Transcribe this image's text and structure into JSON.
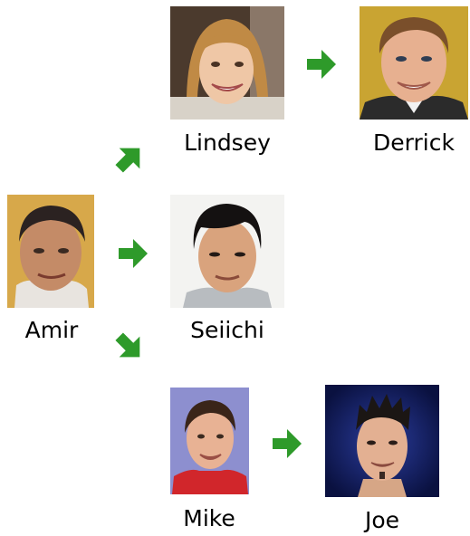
{
  "colors": {
    "arrow": "#2e9a2a",
    "background": "#ffffff"
  },
  "people": [
    {
      "id": "amir",
      "name": "Amir",
      "icon": "person-photo-icon"
    },
    {
      "id": "lindsey",
      "name": "Lindsey",
      "icon": "person-photo-icon"
    },
    {
      "id": "seiichi",
      "name": "Seiichi",
      "icon": "person-photo-icon"
    },
    {
      "id": "derrick",
      "name": "Derrick",
      "icon": "person-photo-icon"
    },
    {
      "id": "mike",
      "name": "Mike",
      "icon": "person-photo-icon"
    },
    {
      "id": "joe",
      "name": "Joe",
      "icon": "person-photo-icon"
    }
  ],
  "edges": [
    {
      "from": "Amir",
      "to": "Lindsey"
    },
    {
      "from": "Amir",
      "to": "Seiichi"
    },
    {
      "from": "Amir",
      "to": "Mike"
    },
    {
      "from": "Lindsey",
      "to": "Derrick"
    },
    {
      "from": "Mike",
      "to": "Joe"
    }
  ]
}
